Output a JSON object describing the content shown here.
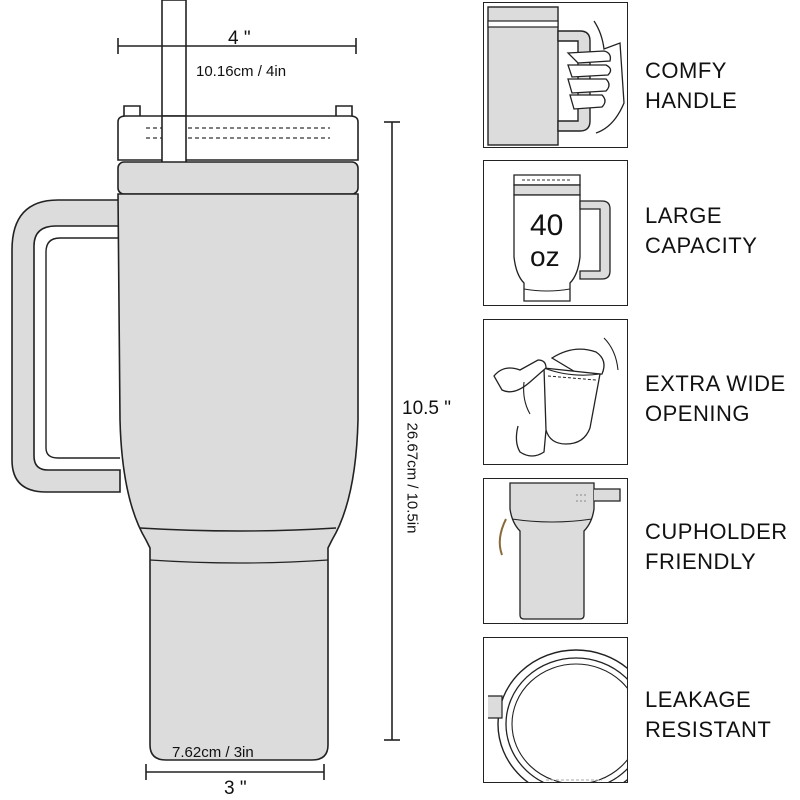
{
  "dimensions": {
    "top_inches": "4 \"",
    "top_metric": "10.16cm / 4in",
    "height_inches": "10.5 \"",
    "height_metric": "26.67cm / 10.5in",
    "bottom_metric": "7.62cm / 3in",
    "bottom_inches": "3 \""
  },
  "capacity": {
    "number": "40",
    "unit": "oz"
  },
  "features": [
    {
      "label": "COMFY\nHANDLE",
      "icon": "hand-holding-handle-icon"
    },
    {
      "label": "LARGE\nCAPACITY",
      "icon": "tumbler-40oz-icon"
    },
    {
      "label": "EXTRA WIDE\nOPENING",
      "icon": "ice-into-cup-icon"
    },
    {
      "label": "CUPHOLDER\nFRIENDLY",
      "icon": "cupholder-base-icon"
    },
    {
      "label": "LEAKAGE\nRESISTANT",
      "icon": "lid-seal-ring-icon"
    }
  ],
  "colors": {
    "body_fill": "#dcdcdc",
    "outline": "#222222",
    "background": "#ffffff"
  }
}
